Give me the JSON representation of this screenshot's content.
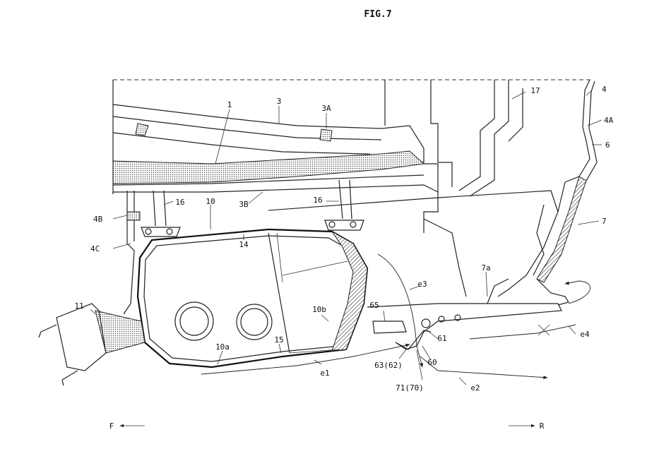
{
  "figure": {
    "title": "FIG.7"
  },
  "labels": {
    "l1": "1",
    "l3": "3",
    "l3A": "3A",
    "l3B": "3B",
    "l4": "4",
    "l4A": "4A",
    "l4B": "4B",
    "l4C": "4C",
    "l6": "6",
    "l7": "7",
    "l7a": "7a",
    "l10": "10",
    "l10a": "10a",
    "l10b": "10b",
    "l11": "11",
    "l14": "14",
    "l15": "15",
    "l16a": "16",
    "l16b": "16",
    "l17": "17",
    "l60": "60",
    "l61": "61",
    "l63": "63(62)",
    "l65": "65",
    "l71": "71(70)",
    "le1": "e1",
    "le2": "e2",
    "le3": "e3",
    "le4": "e4"
  },
  "direction": {
    "front": "F",
    "rear": "R"
  }
}
